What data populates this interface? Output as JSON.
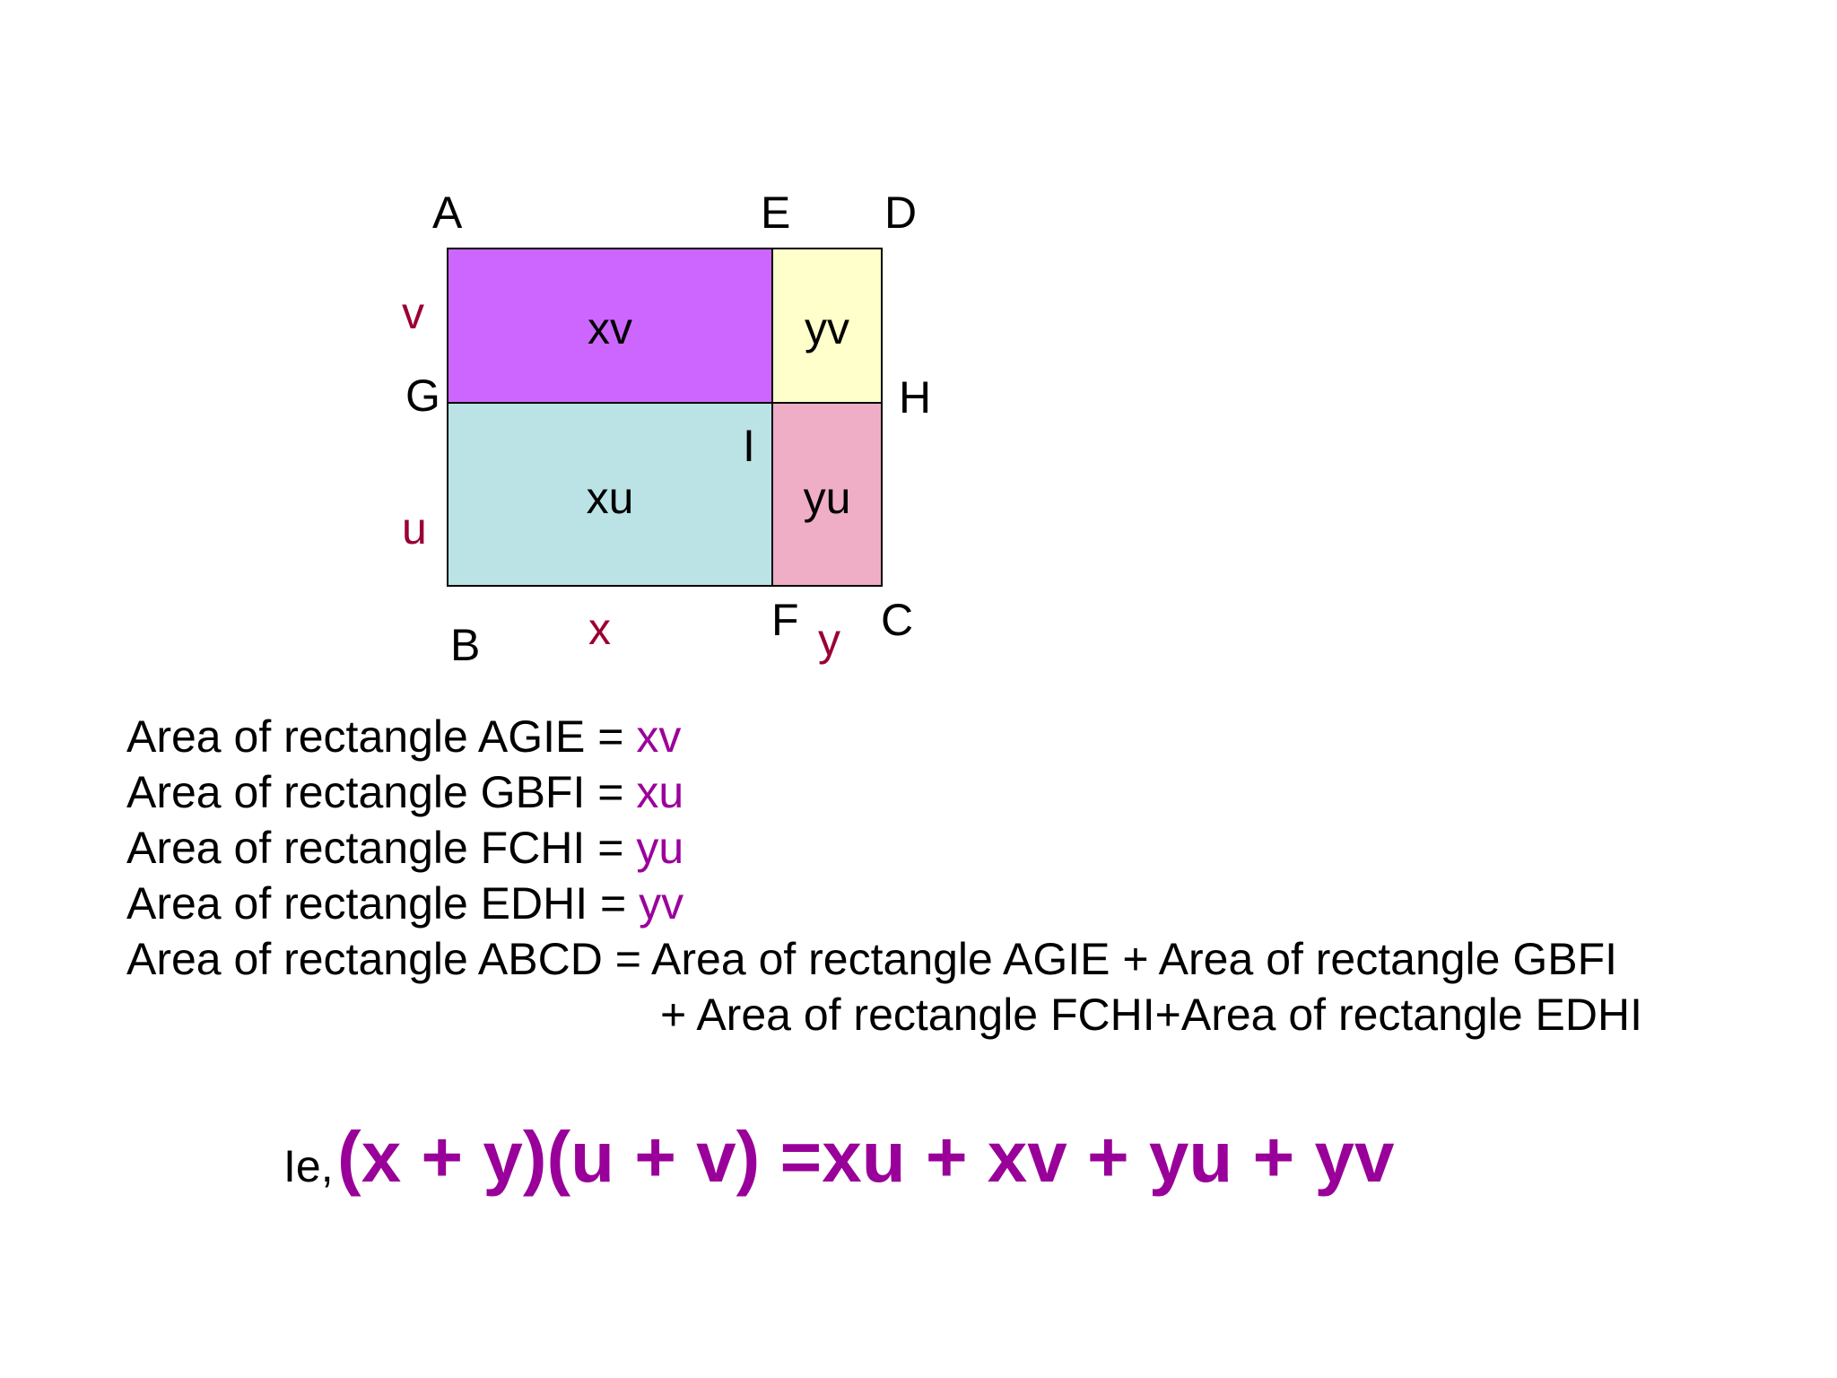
{
  "points": {
    "A": "A",
    "E": "E",
    "D": "D",
    "G": "G",
    "H": "H",
    "I": "I",
    "B": "B",
    "F": "F",
    "C": "C"
  },
  "dimensions": {
    "v": "v",
    "u": "u",
    "x": "x",
    "y": "y"
  },
  "cells": {
    "xv": "xv",
    "yv": "yv",
    "xu": "xu",
    "yu": "yu"
  },
  "colors": {
    "xv": "#cc66ff",
    "yv": "#ffffcc",
    "xu": "#bbe2e5",
    "yu": "#efadc6",
    "dimension_label": "#990033",
    "value_text": "#9b009b",
    "final_equation": "#990099"
  },
  "equations": [
    {
      "text": "Area of rectangle AGIE = ",
      "value": "xv"
    },
    {
      "text": "Area of rectangle GBFI = ",
      "value": "xu"
    },
    {
      "text": "Area of rectangle FCHI = ",
      "value": "yu"
    },
    {
      "text": "Area of rectangle EDHI = ",
      "value": "yv"
    },
    {
      "text": "Area of rectangle ABCD = Area of rectangle AGIE + Area of rectangle GBFI",
      "value": ""
    },
    {
      "text": "+ Area of rectangle FCHI+Area of rectangle EDHI",
      "value": ""
    }
  ],
  "final": {
    "prefix": "Ie,",
    "equation": "(x + y)(u + v) =xu + xv + yu + yv"
  }
}
